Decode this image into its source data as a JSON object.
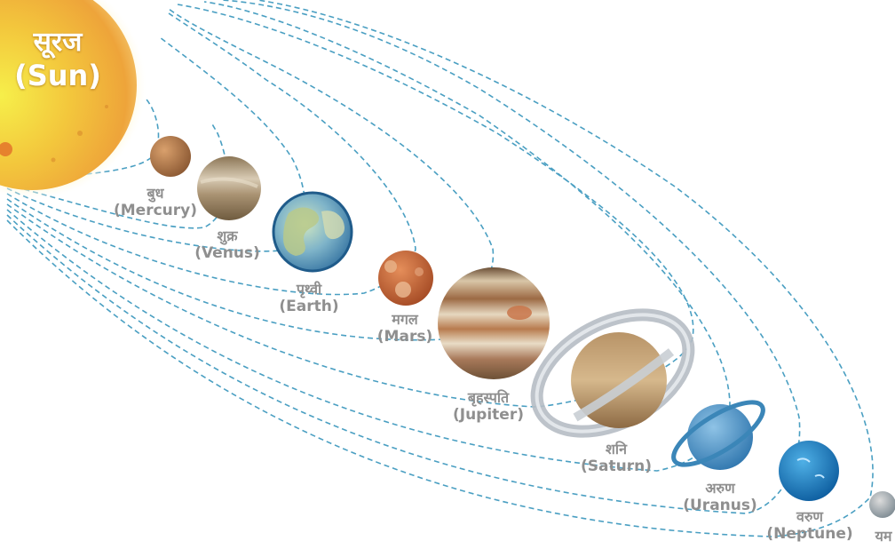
{
  "sun": {
    "label_hi": "सूरज",
    "label_en": "(Sun)"
  },
  "planets": [
    {
      "label_hi": "बुध",
      "label_en": "(Mercury)"
    },
    {
      "label_hi": "शुक्र",
      "label_en": "(Venus)"
    },
    {
      "label_hi": "पृथ्वी",
      "label_en": "(Earth)"
    },
    {
      "label_hi": "मगल",
      "label_en": "(Mars)"
    },
    {
      "label_hi": "बृहस्पति",
      "label_en": "(Jupiter)"
    },
    {
      "label_hi": "शनि",
      "label_en": "(Saturn)"
    },
    {
      "label_hi": "अरुण",
      "label_en": "(Uranus)"
    },
    {
      "label_hi": "वरुण",
      "label_en": "(Neptune)"
    },
    {
      "label_hi": "यम",
      "label_en": ""
    }
  ],
  "colors": {
    "orbit": "#4a9fc2",
    "label": "#8f8f8f",
    "sun_core": "#f4e23a",
    "sun_edge": "#e89a2a"
  }
}
